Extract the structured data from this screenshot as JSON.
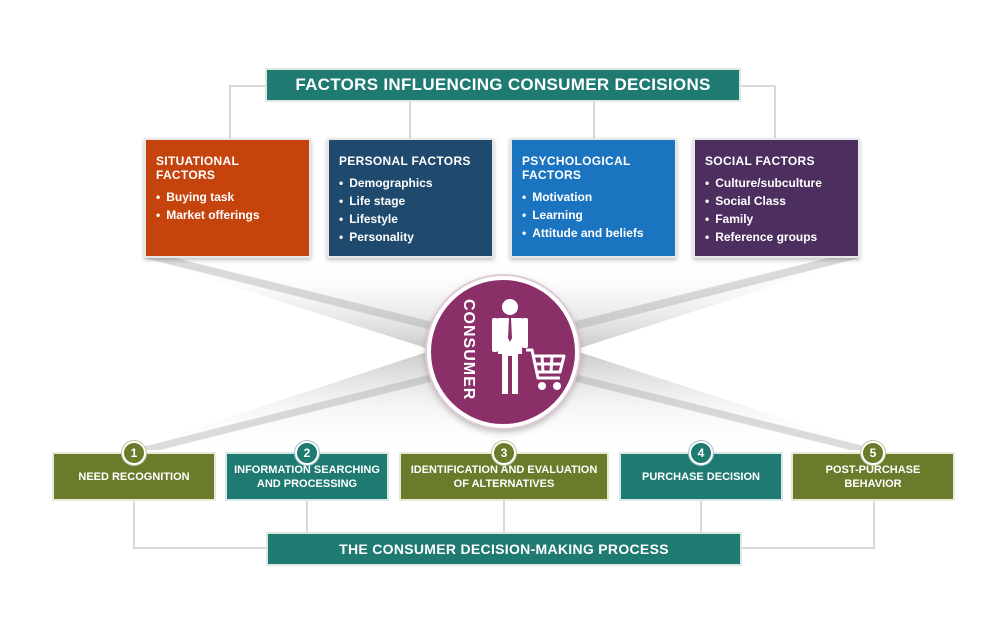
{
  "title": "FACTORS INFLUENCING CONSUMER DECISIONS",
  "factors": [
    {
      "title": "SITUATIONAL FACTORS",
      "items": [
        "Buying task",
        "Market offerings"
      ],
      "color": "#c5440d"
    },
    {
      "title": "PERSONAL FACTORS",
      "items": [
        "Demographics",
        "Life stage",
        "Lifestyle",
        "Personality"
      ],
      "color": "#1f4a6e"
    },
    {
      "title": "PSYCHOLOGICAL FACTORS",
      "items": [
        "Motivation",
        "Learning",
        "Attitude and beliefs"
      ],
      "color": "#1b74bf"
    },
    {
      "title": "SOCIAL FACTORS",
      "items": [
        "Culture/subculture",
        "Social Class",
        "Family",
        "Reference groups"
      ],
      "color": "#4d2f5f"
    }
  ],
  "consumer": {
    "label": "CONSUMER",
    "icon": "shopper-with-cart-icon",
    "color": "#8a2f68"
  },
  "steps": [
    {
      "number": "1",
      "label": "NEED RECOGNITION"
    },
    {
      "number": "2",
      "label": "INFORMATION SEARCHING AND PROCESSING"
    },
    {
      "number": "3",
      "label": "IDENTIFICATION AND EVALUATION OF ALTERNATIVES"
    },
    {
      "number": "4",
      "label": "PURCHASE DECISION"
    },
    {
      "number": "5",
      "label": "POST-PURCHASE BEHAVIOR"
    }
  ],
  "process_title": "THE CONSUMER DECISION-MAKING PROCESS",
  "colors": {
    "teal": "#1f7a72",
    "olive": "#6a7c2b"
  }
}
